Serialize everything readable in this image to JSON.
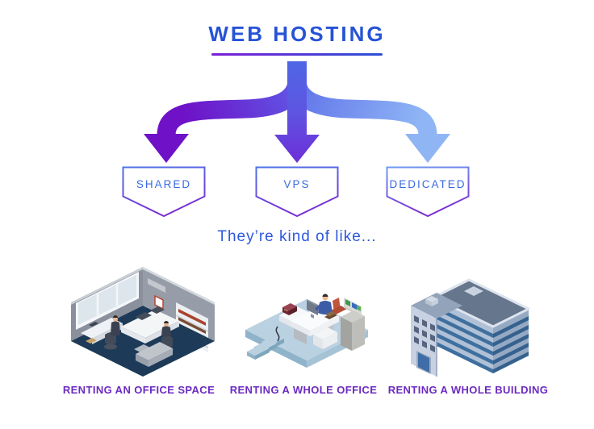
{
  "title": "WEB HOSTING",
  "subtitle": "They’re kind of like...",
  "hosting_types": [
    {
      "label": "SHARED",
      "caption": "RENTING AN OFFICE SPACE",
      "illustration": "shared-office-space"
    },
    {
      "label": "VPS",
      "caption": "RENTING A WHOLE OFFICE",
      "illustration": "whole-office"
    },
    {
      "label": "DEDICATED",
      "caption": "RENTING A WHOLE BUILDING",
      "illustration": "whole-building"
    }
  ],
  "colors": {
    "title_blue": "#2653d6",
    "box_label_blue": "#3a6ae2",
    "subtitle_blue": "#2d58de",
    "caption_purple": "#6b2ac1",
    "arrow_purple": "#6e11c7",
    "arrow_blue": "#4f66e6",
    "arrow_light_blue": "#8fb5f5",
    "underline_gradient_left": "#7d1ed6",
    "underline_gradient_right": "#2b50d6"
  }
}
